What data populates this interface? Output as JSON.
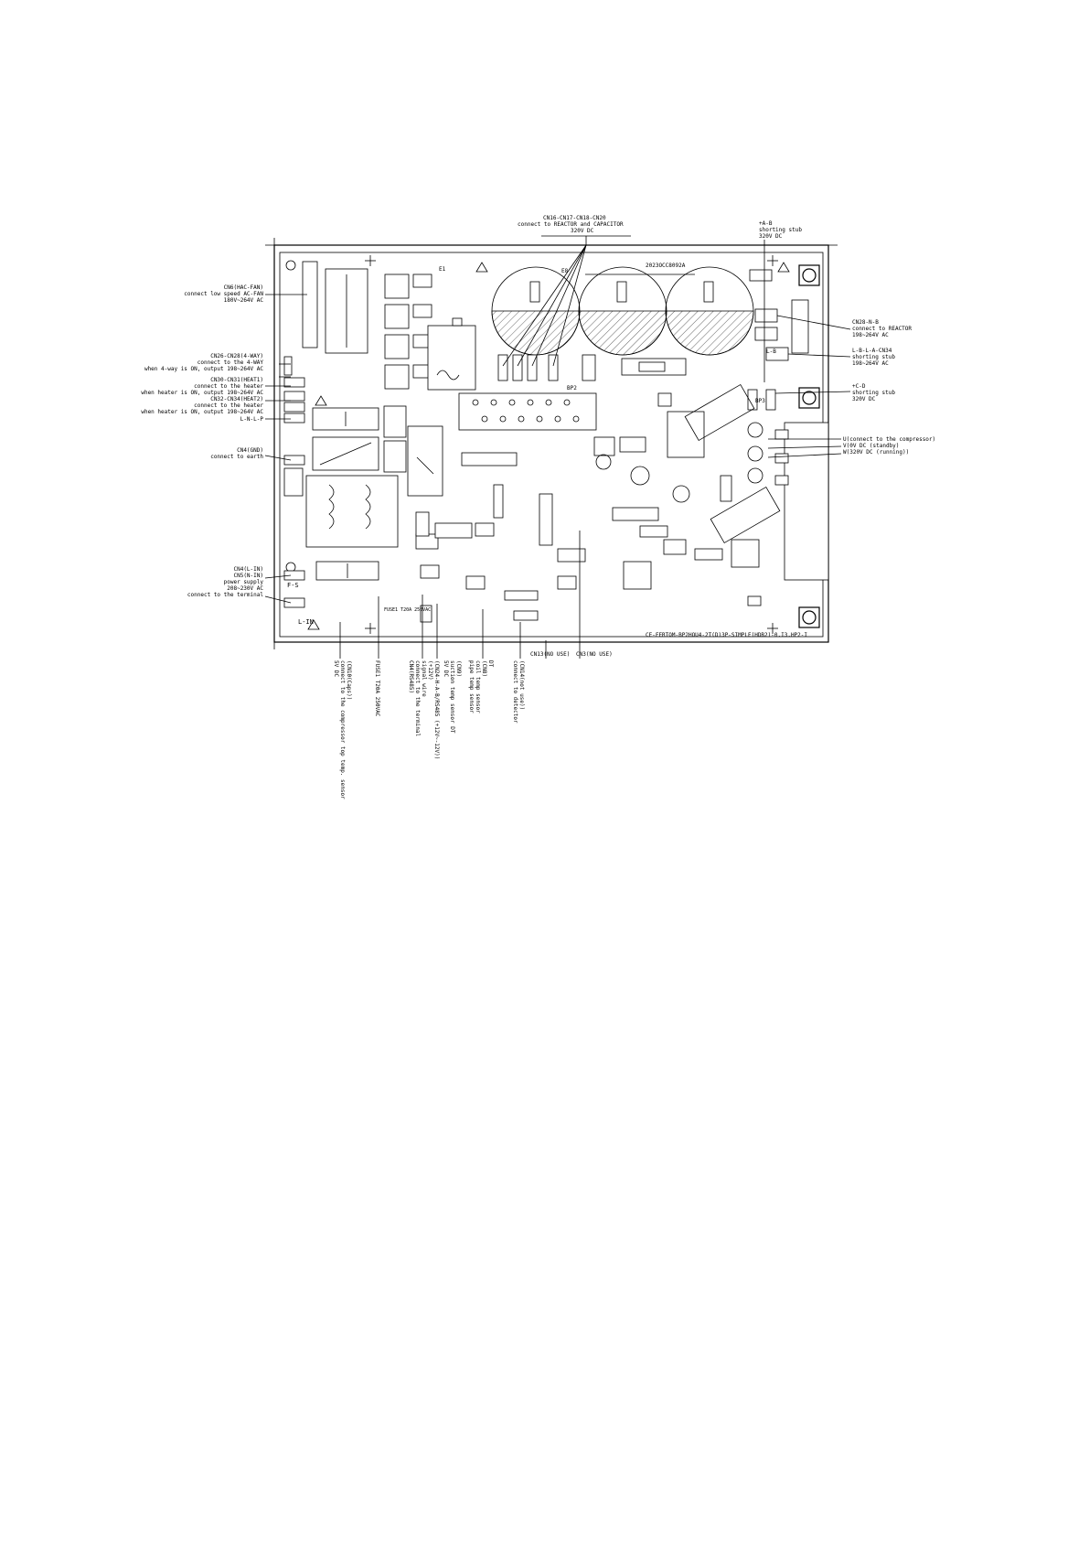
{
  "board": {
    "revision": "2023OCC8092A",
    "part_number": "CE-FERTOM-BP2HOU4-2T(D)3P-SIMPLE(HDB2)-0.I3.HP2-I",
    "silk": {
      "f_s": "F-S",
      "ln_l": "L-IN",
      "l_b": "L-B",
      "e1": "E1",
      "e8": "E8",
      "fuse": "FUSE1 T20A 250VAC",
      "bp2": "BP2",
      "bp3": "BP3"
    }
  },
  "labels": {
    "top_center": {
      "line1": "CN16-CN17-CN18-CN20",
      "line2": "connect to REACTOR and CAPACITOR",
      "line3": "320V DC"
    },
    "top_right": {
      "line1": "+A-B",
      "line2": "shorting stub",
      "line3": "320V DC"
    },
    "left": [
      {
        "line1": "CN6(HAC-FAN)",
        "line2": "connect low speed AC-FAN",
        "line3": "180V~264V AC"
      },
      {
        "line1": "CN26-CN28(4-WAY)",
        "line2": "connect to the 4-WAY",
        "line3": "when 4-way is ON, output 198~264V AC"
      },
      {
        "line1": "CN30-CN31(HEAT1)",
        "line2": "connect to the heater",
        "line3": "when heater is ON, output 198~264V AC"
      },
      {
        "line1": "CN32-CN34(HEAT2)",
        "line2": "connect to the heater",
        "line3": "when heater is ON, output 198~264V AC"
      },
      {
        "line1": "L-N-L-P"
      },
      {
        "line1": "CN4(GND)",
        "line2": "connect to earth"
      },
      {
        "line1": "CN4(L-IN)",
        "line2": "CN5(N-IN)",
        "line3": "power supply",
        "line4": "208~230V AC",
        "line5": "connect to the terminal"
      }
    ],
    "right": [
      {
        "line1": "CN28-N-B",
        "line2": "connect to REACTOR",
        "line3": "198~264V AC"
      },
      {
        "line1": "L-B-L-A-CN34",
        "line2": "shorting stub",
        "line3": "198~264V AC"
      },
      {
        "line1": "+C-D",
        "line2": "shorting stub",
        "line3": "320V DC"
      },
      {
        "line1": "U(connect to the compressor)",
        "line2": "V(0V DC (standby)",
        "line3": "W(320V DC (running))"
      }
    ],
    "bottom": [
      {
        "line1": "5V DC",
        "line2": "connect to the compressor top temp. sensor",
        "line3": "(CN10(Caps))"
      },
      {
        "line1": "FUSE1 T20A 250VAC"
      },
      {
        "line1": "CN4(RS485)",
        "line2": "connect to the terminal",
        "line3": "signal wire",
        "line4": "(+12V)",
        "line5": "(CN24-H-A-B/RS485 (+12V~-12V))"
      },
      {
        "line1": "5V DC",
        "line2": "suction temp sensor  DT",
        "line3": "(CN9)"
      },
      {
        "line1": "pipe temp sensor",
        "line2": "coil temp sensor",
        "line3": "(CN8)",
        "line4": "DT"
      },
      {
        "line1": "connect to detector",
        "line2": "(CN14(not use))"
      },
      {
        "line1": "CN13(NO USE)"
      },
      {
        "line1": "CN3(NO USE)"
      }
    ]
  },
  "icon_names": [
    "warning-triangle-icon",
    "mounting-hole-icon",
    "crosshair-icon"
  ]
}
